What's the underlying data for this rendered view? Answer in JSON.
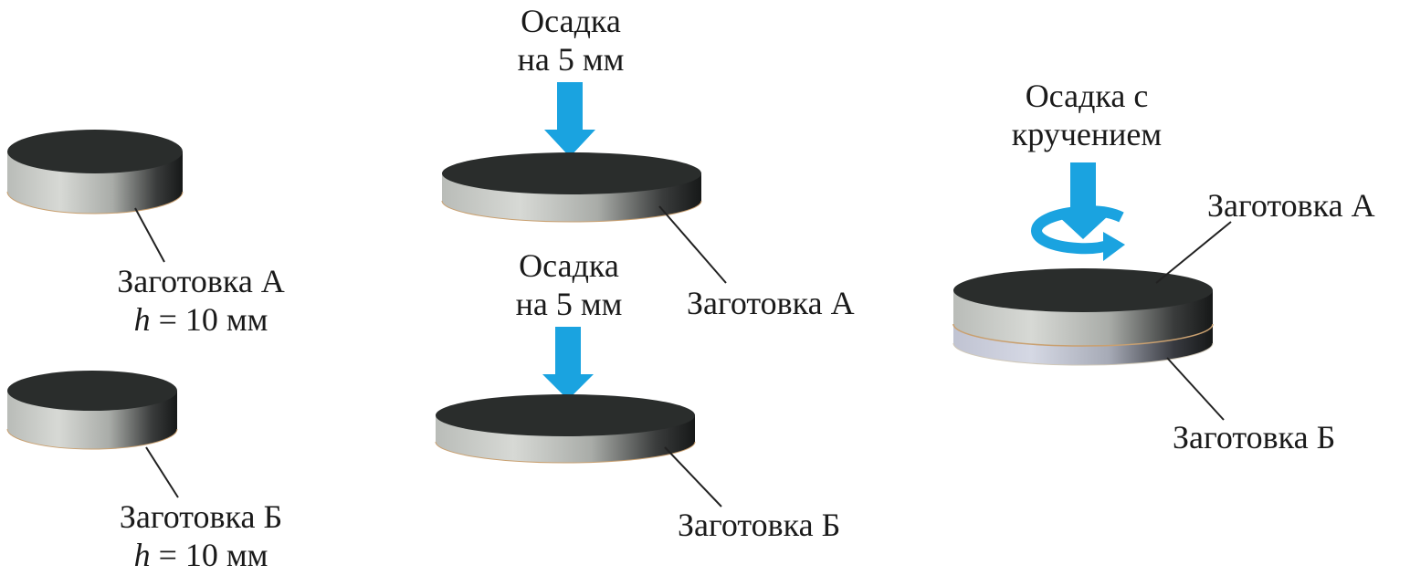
{
  "colors": {
    "arrow": "#1aa3e0",
    "disc_top": "#2a2d2c",
    "side_light": "#c9ccc8",
    "side_dark": "#1c1e1e",
    "side_lower_light": "#c4c8d6",
    "leader": "#222222",
    "text": "#1a1a1a"
  },
  "icons": [
    "disc-icon",
    "down-arrow-icon",
    "rotation-arrow-icon"
  ],
  "left": {
    "billet_a_label": "Заготовка А",
    "billet_a_height_var": "h",
    "billet_a_height_value": " = 10 мм",
    "billet_b_label": "Заготовка Б",
    "billet_b_height_var": "h",
    "billet_b_height_value": " = 10 мм"
  },
  "middle": {
    "upset_top_line1": "Осадка",
    "upset_top_line2": "на 5 мм",
    "billet_a_label": "Заготовка А",
    "upset_bottom_line1": "Осадка",
    "upset_bottom_line2": "на 5 мм",
    "billet_b_label": "Заготовка Б"
  },
  "right": {
    "process_line1": "Осадка с",
    "process_line2": "кручением",
    "billet_a_label": "Заготовка А",
    "billet_b_label": "Заготовка Б"
  }
}
